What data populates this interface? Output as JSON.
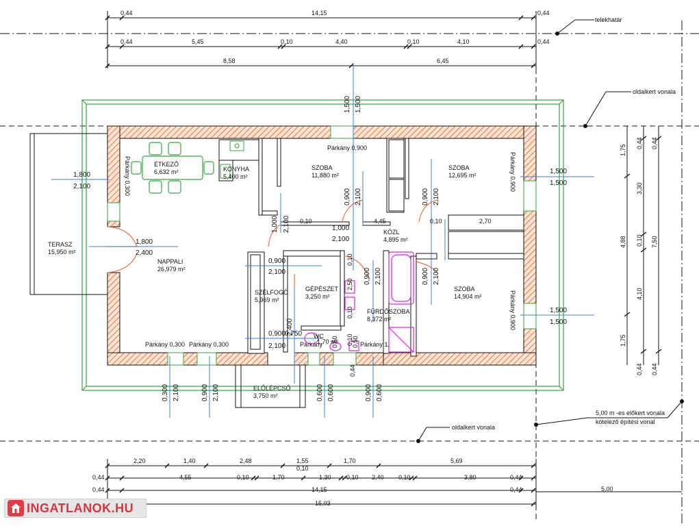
{
  "rooms": {
    "etkezo": {
      "name": "ÉTKEZŐ",
      "area": "6,632 m²"
    },
    "konyha": {
      "name": "KONYHA",
      "area": "5,400 m²"
    },
    "szoba1": {
      "name": "SZOBA",
      "area": "11,880 m²"
    },
    "szoba2": {
      "name": "SZOBA",
      "area": "12,695 m²"
    },
    "kozl": {
      "name": "KÖZL",
      "area": "4,895 m²"
    },
    "szoba3": {
      "name": "SZOBA",
      "area": "14,904 m²"
    },
    "nappali": {
      "name": "NAPPALI",
      "area": "26,979 m²"
    },
    "terasz": {
      "name": "TERASZ",
      "area": "15,950 m²"
    },
    "szelfogo": {
      "name": "SZÉLFOGÓ",
      "area": "5,969 m²"
    },
    "gepeszet": {
      "name": "GÉPÉSZET",
      "area": "3,250 m²"
    },
    "furdoszoba": {
      "name": "FÜRDŐSZOBA",
      "area": "8,372 m²"
    },
    "wc": {
      "name": "WC",
      "area": "1,70 m²"
    },
    "elolepcso": {
      "name": "ELŐLÉPCSŐ",
      "area": "3,750 m²"
    }
  },
  "parapets": {
    "p0900_top": "Párkány 0,900",
    "p0300_left": "Párkány 0,300",
    "p0900_right1": "Párkány 0,900",
    "p0900_right2": "Párkány 0,900",
    "p0300_bot1": "Párkány 0,300",
    "p0300_bot2": "Párkány 0,300",
    "p_bot3": "Párkány",
    "p_bot4": "Párkány 1,"
  },
  "annotations": {
    "telekhatar": "telekhatár",
    "oldalkert_top": "oldalkert vonala",
    "oldalkert_bottom": "oldalkert vonala",
    "elokert_line1": "5,00 m -es előkert vonala",
    "elokert_line2": "kötelező építési vonal"
  },
  "top_dims": {
    "row1": [
      "0,44",
      "14,15",
      "0,44"
    ],
    "row2": [
      "0,44",
      "5,45",
      "0,10",
      "4,40",
      "0,10",
      "4,10",
      "0,44"
    ],
    "row3": [
      "8,58",
      "6,45"
    ]
  },
  "bottom_dims": {
    "row1": [
      "2,20",
      "1,40",
      "2,48",
      "1,55",
      "1,70",
      "5,69"
    ],
    "row1b": [
      "0,10"
    ],
    "row2": [
      "0,44",
      "4,55",
      "0,10",
      "1,70",
      "1,30",
      "0,10",
      "2,40",
      "0,10",
      "3,80",
      "0,44"
    ],
    "row3": [
      "0,44",
      "14,15",
      "0,44"
    ],
    "row4": [
      "15,03"
    ],
    "right_value": "5,00"
  },
  "right_dims": {
    "col1": [
      "1,75",
      "4,88",
      "1,75"
    ],
    "col2": [
      "0,44",
      "3,30",
      "0,10",
      "4,10",
      "0,44"
    ],
    "col3": [
      "0,44",
      "7,50",
      "0,44"
    ]
  },
  "openings": {
    "w_top": [
      "1,500",
      "1,500"
    ],
    "w_left": [
      "1,800",
      "2,100"
    ],
    "d_terrace": [
      "1,800",
      "2,400"
    ],
    "w_right1": [
      "1,500",
      "1,500"
    ],
    "w_right2": [
      "1,500",
      "1,500"
    ],
    "d_szoba1": [
      "0,900",
      "2,100"
    ],
    "d_szoba2": [
      "0,900",
      "2,100"
    ],
    "d_kozl": [
      "1,000",
      "2,100"
    ],
    "d_kozl2": [
      "1,000",
      "2,100"
    ],
    "d_szelfogo": [
      "0,900",
      "2,100"
    ],
    "d_szelfogo2": [
      "0,900",
      "2,100"
    ],
    "d_fsz": [
      "0,900",
      "2,100"
    ],
    "d_szoba3": [
      "0,900",
      "2,100"
    ],
    "d_front": [
      "0,900",
      "2,100"
    ],
    "d_front_b": [
      "0,750",
      "2,400"
    ],
    "small": [
      "0,10",
      "4,45",
      "0,10",
      "2,70",
      "0,10"
    ],
    "wc_small": [
      "0,10",
      "2,50",
      "0,10",
      "0,50",
      "0,50"
    ],
    "bottom_windows": [
      "0,300",
      "2,100",
      "0,900",
      "2,100",
      "0,600",
      "0,600",
      "0,900",
      "0,600",
      "0,44"
    ]
  },
  "logo": {
    "text": "INGATLANOK.HU"
  },
  "colors": {
    "wall_hatch": "#e8743a",
    "green_border": "#2fa83a",
    "blue_dims": "#2f7fe0",
    "magenta": "#e020e0",
    "logo_red": "#d9343e"
  }
}
